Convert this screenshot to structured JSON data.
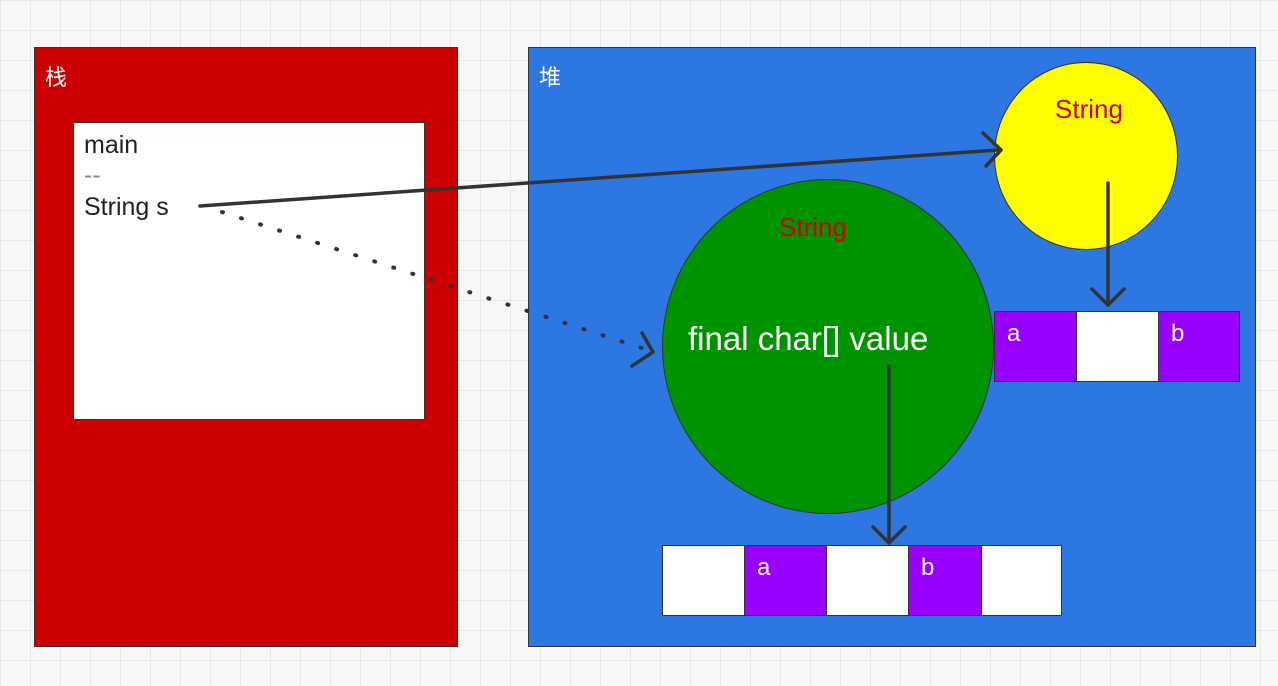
{
  "stack": {
    "title": "栈"
  },
  "heap": {
    "title": "堆"
  },
  "frame": {
    "method": "main",
    "separator": "--",
    "variable": "String s"
  },
  "yellow_object": {
    "label": "String"
  },
  "green_object": {
    "label": "String",
    "field": "final char[] value"
  },
  "short_array": [
    {
      "value": "a"
    },
    {
      "value": ""
    },
    {
      "value": "b"
    }
  ],
  "long_array": [
    {
      "value": ""
    },
    {
      "value": "a"
    },
    {
      "value": ""
    },
    {
      "value": "b"
    },
    {
      "value": ""
    }
  ],
  "colors": {
    "stack": "#cc0000",
    "heap": "#2d77e2",
    "yellow_object": "#ffff00",
    "green_object": "#009300",
    "filled_cell": "#9900ff",
    "label_text": "#cc0000"
  }
}
